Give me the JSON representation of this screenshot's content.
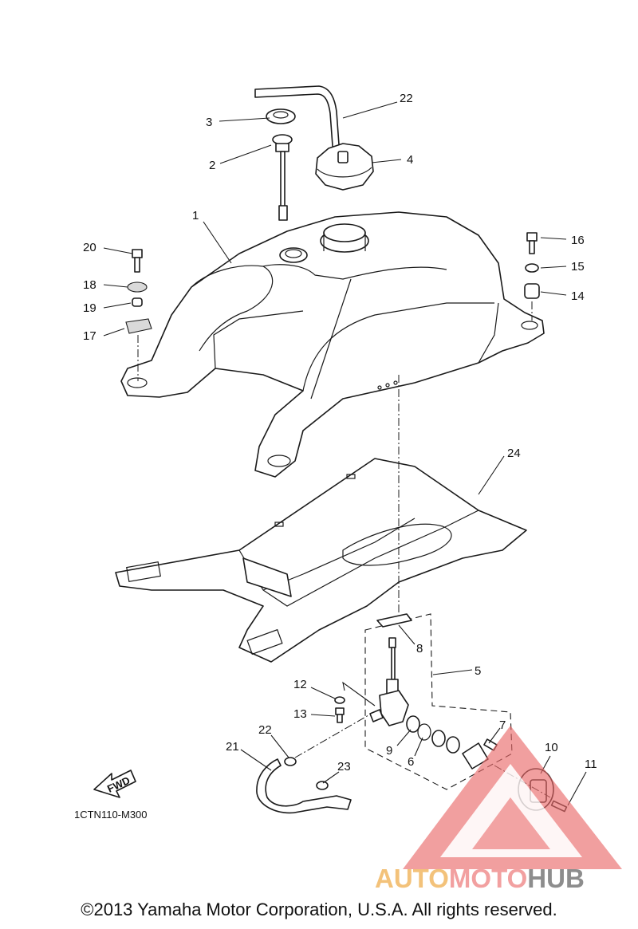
{
  "diagram": {
    "callouts": [
      "1",
      "2",
      "3",
      "4",
      "5",
      "6",
      "7",
      "8",
      "9",
      "10",
      "11",
      "12",
      "13",
      "14",
      "15",
      "16",
      "17",
      "18",
      "19",
      "20",
      "21",
      "22",
      "22",
      "23",
      "24"
    ],
    "fwd_label": "FWD",
    "drawing_code": "1CTN110-M300"
  },
  "watermark": {
    "part1": "AUTO",
    "part2": "MOTO",
    "part3": "HUB",
    "colors": {
      "auto": "#f3c27a",
      "moto": "#f2a0a0",
      "hub": "#8d8d8d",
      "triangle": "#e85a5a"
    }
  },
  "footer": {
    "copyright": "©2013 Yamaha Motor Corporation, U.S.A. All rights reserved."
  }
}
